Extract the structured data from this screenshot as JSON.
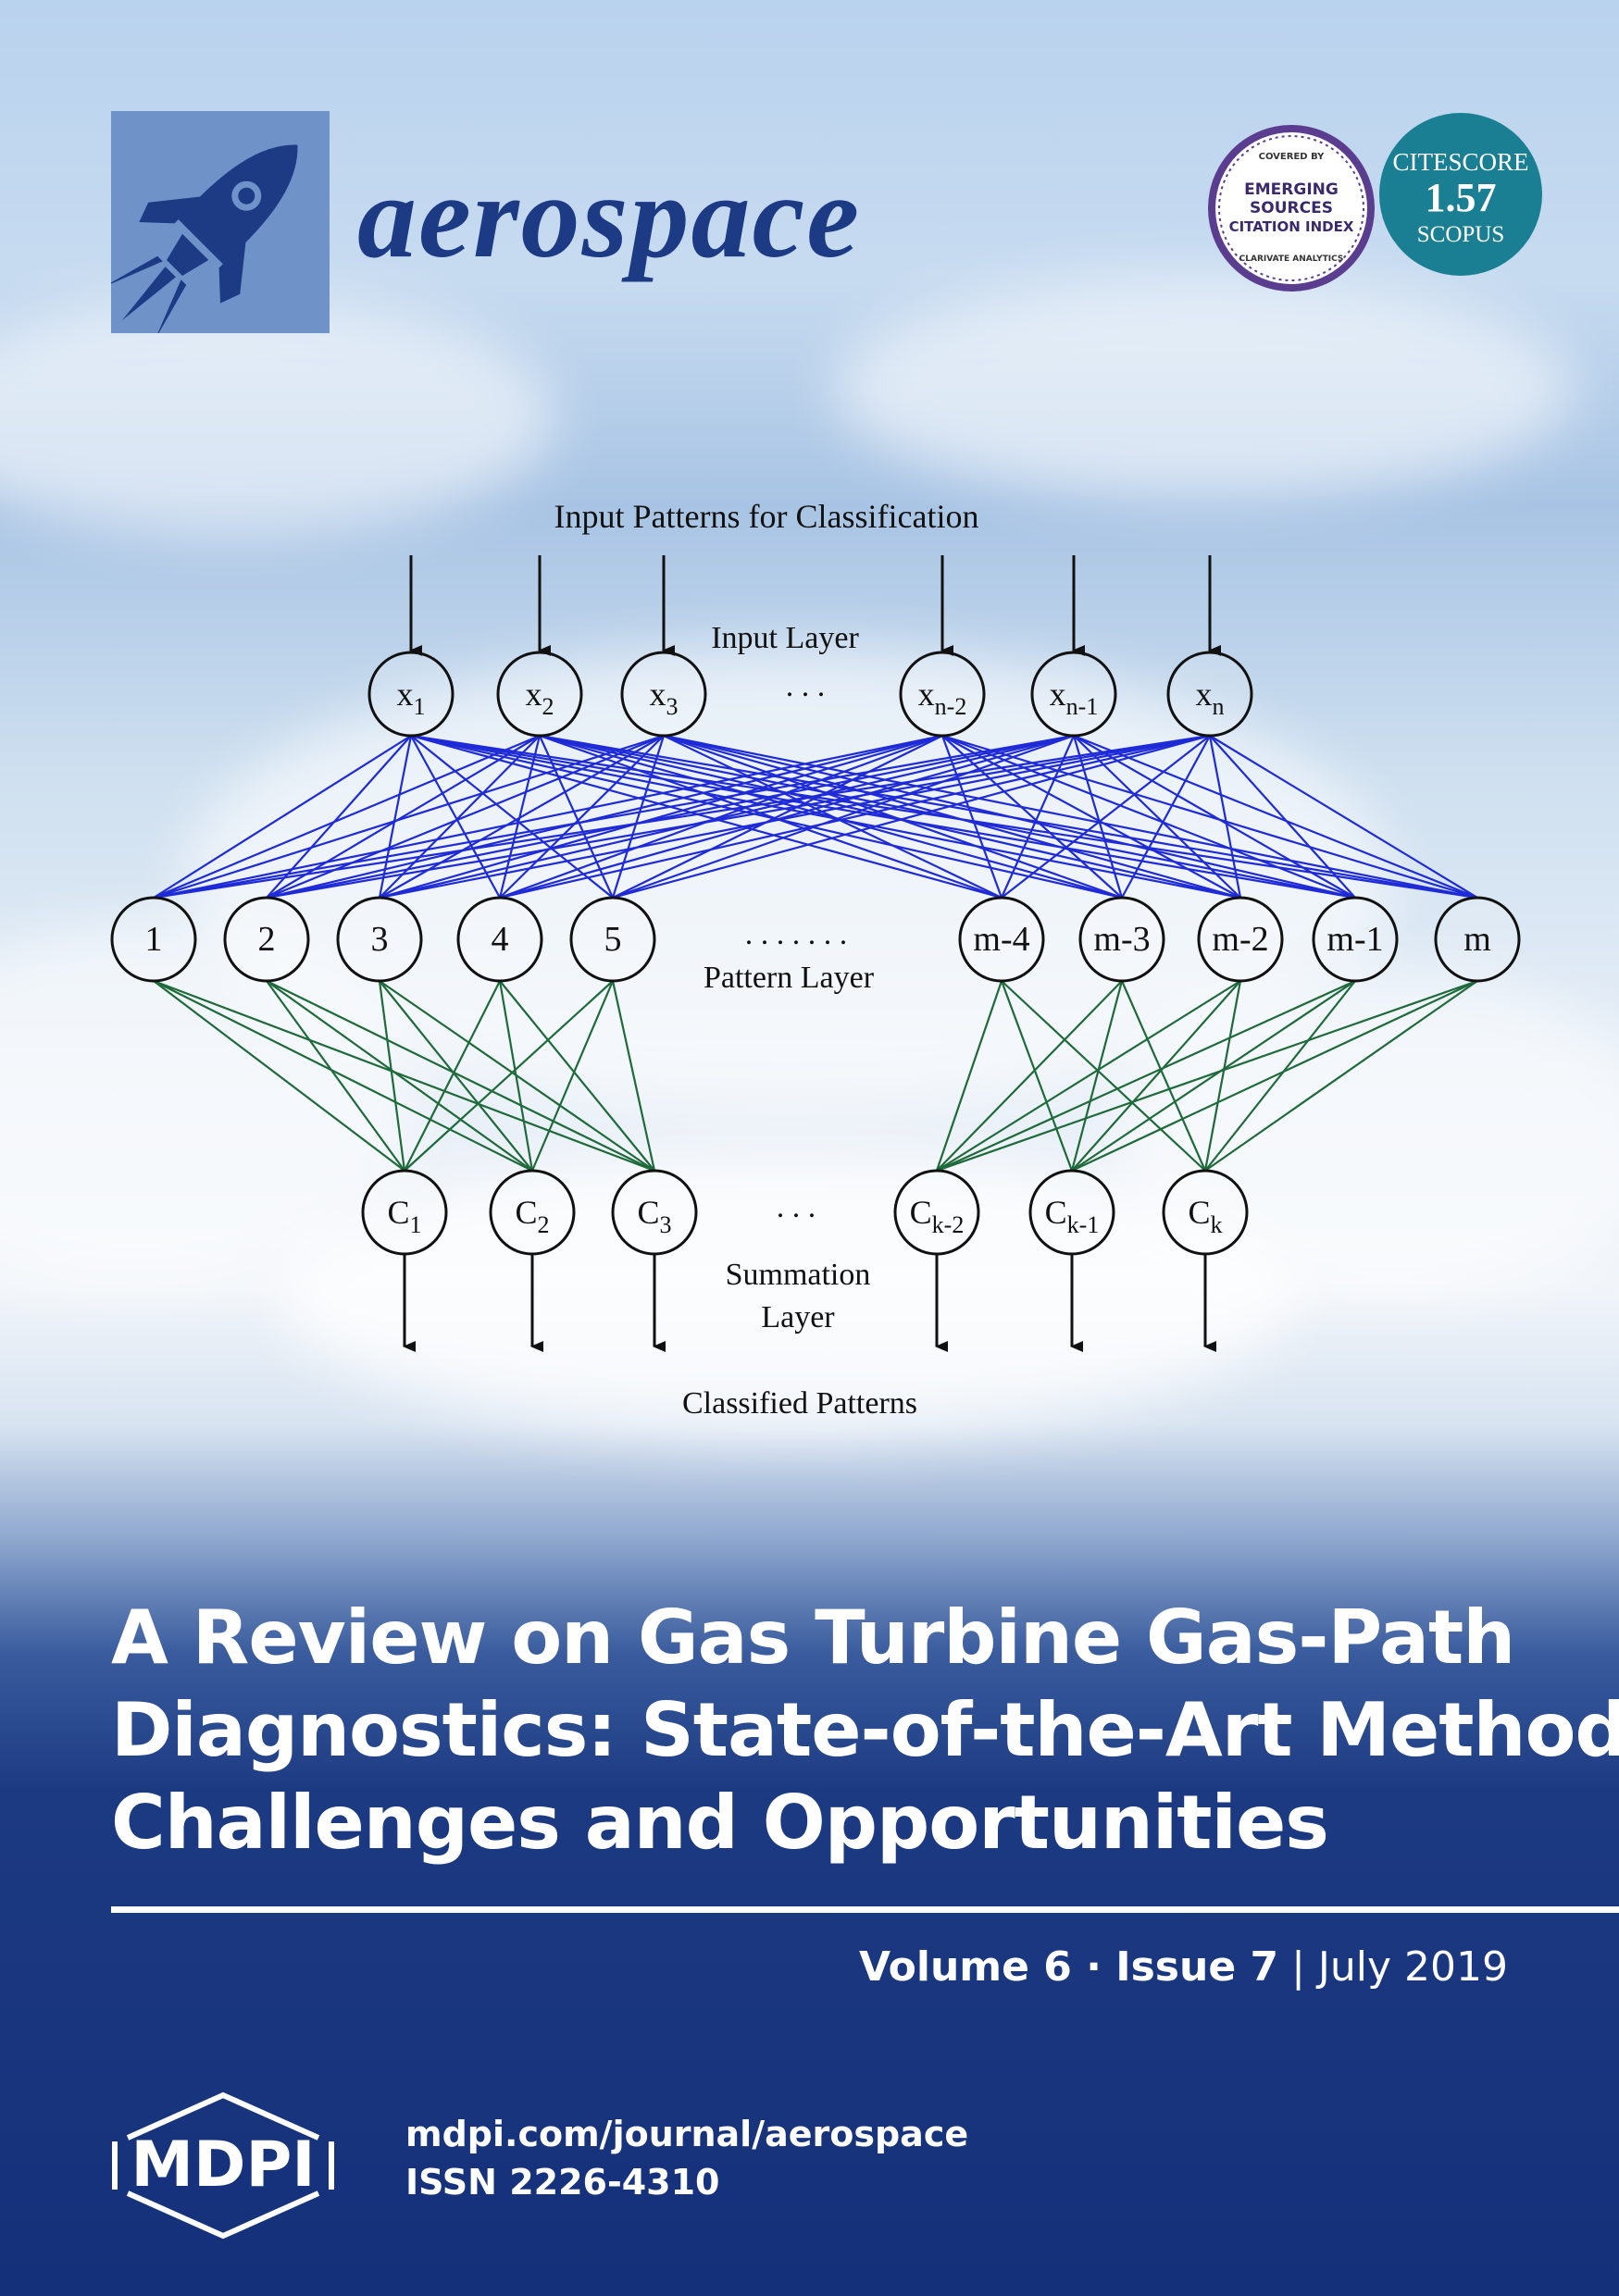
{
  "journal": {
    "name": "aerospace"
  },
  "badges": {
    "esci": {
      "line1": "COVERED BY",
      "line2": "EMERGING",
      "line3": "SOURCES",
      "line4": "CITATION INDEX",
      "line5": "CLARIVATE ANALYTICS"
    },
    "citescore": {
      "label": "CITESCORE",
      "value": "1.57",
      "source": "SCOPUS"
    }
  },
  "diagram": {
    "input_caption": "Input Patterns for Classification",
    "input_layer_label": "Input Layer",
    "input_nodes": [
      {
        "base": "x",
        "sub": "1"
      },
      {
        "base": "x",
        "sub": "2"
      },
      {
        "base": "x",
        "sub": "3"
      },
      {
        "base": "x",
        "sub": "n-2"
      },
      {
        "base": "x",
        "sub": "n-1"
      },
      {
        "base": "x",
        "sub": "n"
      }
    ],
    "input_ellipsis": ". . .",
    "pattern_nodes": [
      "1",
      "2",
      "3",
      "4",
      "5",
      "m-4",
      "m-3",
      "m-2",
      "m-1",
      "m"
    ],
    "pattern_ellipsis": ". . . . . . .",
    "pattern_layer_label": "Pattern Layer",
    "summation_nodes": [
      {
        "base": "C",
        "sub": "1"
      },
      {
        "base": "C",
        "sub": "2"
      },
      {
        "base": "C",
        "sub": "3"
      },
      {
        "base": "C",
        "sub": "k-2"
      },
      {
        "base": "C",
        "sub": "k-1"
      },
      {
        "base": "C",
        "sub": "k"
      }
    ],
    "summation_ellipsis": ". . .",
    "summation_layer_label_1": "Summation",
    "summation_layer_label_2": "Layer",
    "output_caption": "Classified Patterns",
    "colors": {
      "input_links": "#1f2bd6",
      "output_links": "#1f6a3a"
    }
  },
  "title_lines": [
    "A Review on Gas Turbine Gas-Path",
    "Diagnostics: State-of-the-Art Methods,",
    "Challenges and Opportunities"
  ],
  "issue": {
    "volume": "Volume 6",
    "separator": " · ",
    "issue": "Issue 7",
    "divider": " | ",
    "date": "July 2019"
  },
  "publisher": {
    "name": "MDPI"
  },
  "footer": {
    "url": "mdpi.com/journal/aerospace",
    "issn": "ISSN 2226-4310"
  }
}
